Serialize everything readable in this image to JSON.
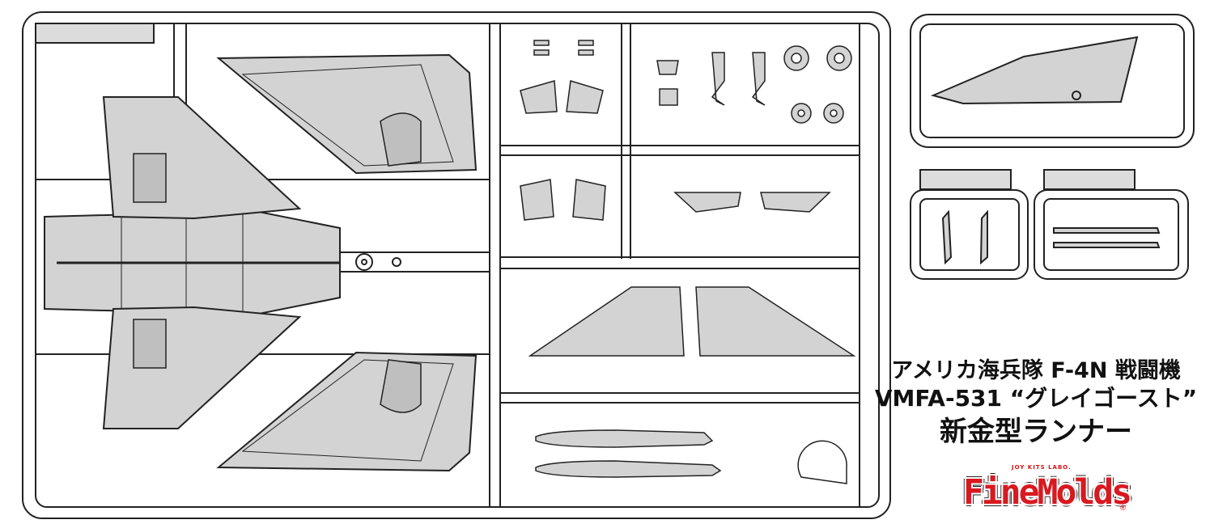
{
  "caption": {
    "line1": "アメリカ海兵隊 F-4N 戦闘機",
    "line2": "VMFA-531 “グレイゴースト”",
    "line3": "新金型ランナー"
  },
  "logo": {
    "brand": "FineMolds",
    "tagline": "JOY KITS LABO.",
    "registered": "®",
    "brand_color": "#d81920"
  },
  "colors": {
    "part_fill": "#d3d3d3",
    "runner_fill": "#ffffff",
    "outline": "#222222",
    "tab_fill": "#dcdcdc"
  }
}
